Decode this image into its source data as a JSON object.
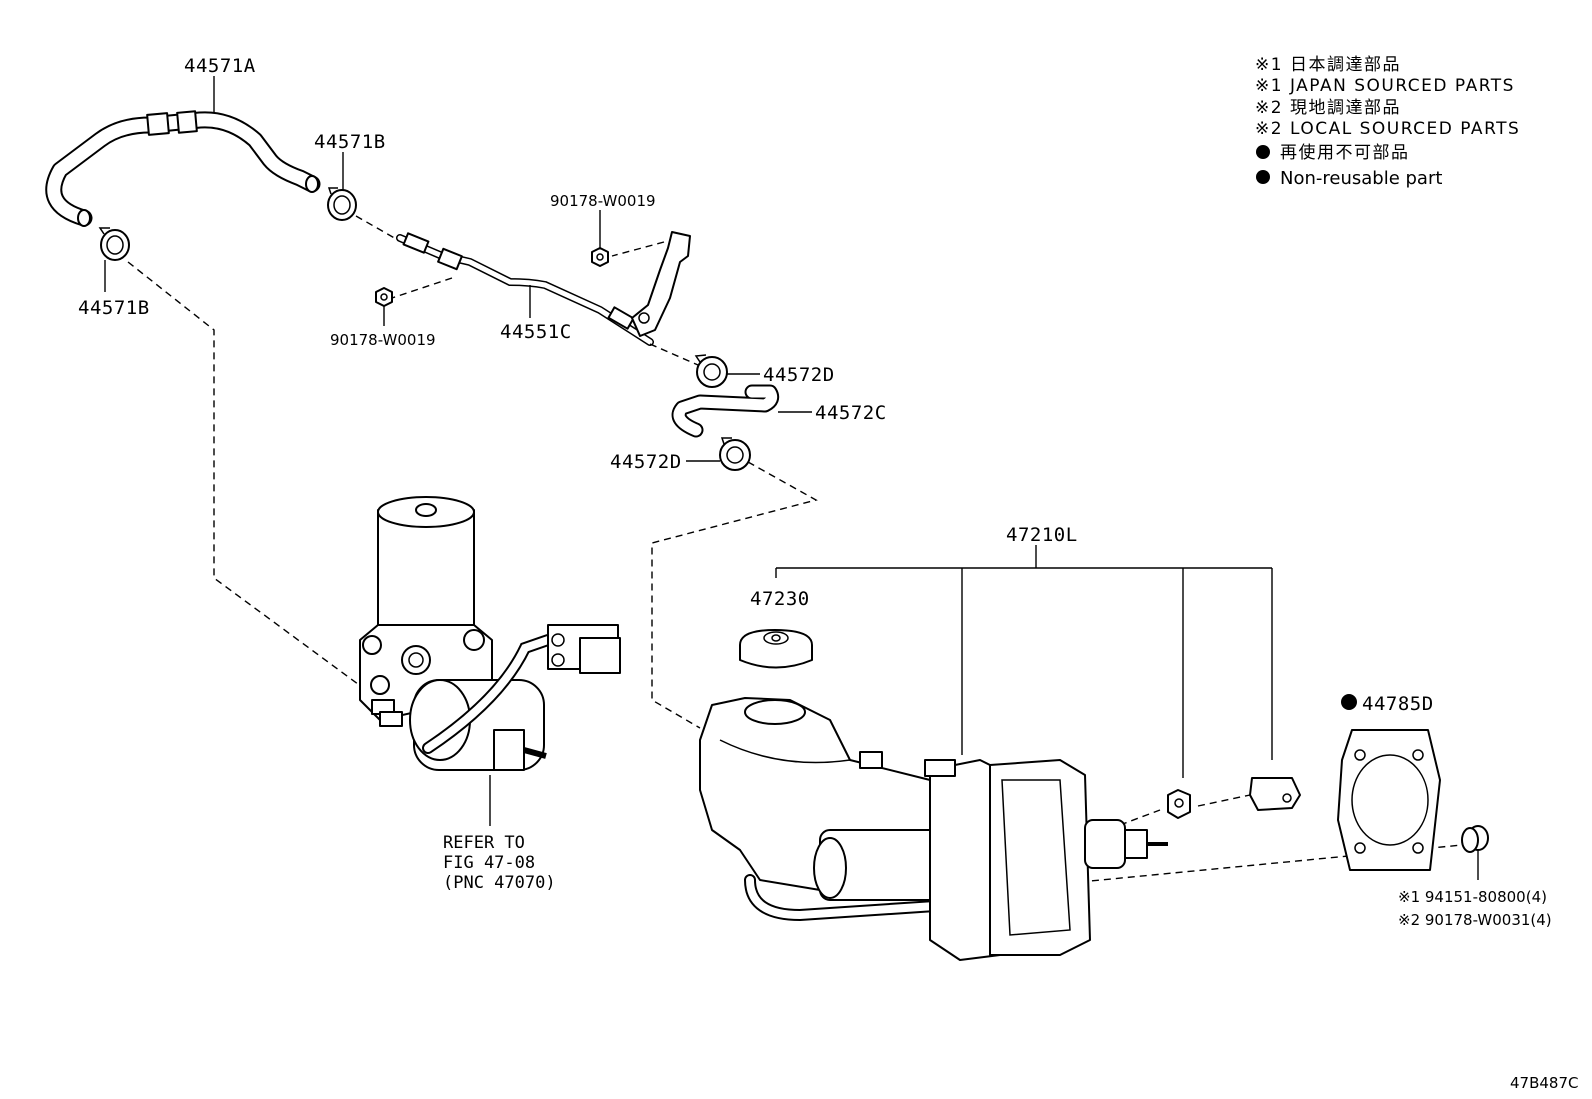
{
  "legend": {
    "line1": "※1 日本調達部品",
    "line2": "※1 JAPAN SOURCED PARTS",
    "line3": "※2 現地調達部品",
    "line4": "※2 LOCAL SOURCED PARTS",
    "line5": "再使用不可部品",
    "line6": "Non-reusable part"
  },
  "labels": {
    "p44571A": "44571A",
    "p44571B_top": "44571B",
    "p44571B_left": "44571B",
    "p90178_top": "90178-W0019",
    "p90178_left": "90178-W0019",
    "p44551C": "44551C",
    "p44572D_top": "44572D",
    "p44572C": "44572C",
    "p44572D_bottom": "44572D",
    "p47210L": "47210L",
    "p47230": "47230",
    "p44785D": "44785D",
    "bolt1": "※1 94151-80800(4)",
    "bolt2": "※2 90178-W0031(4)"
  },
  "reference": {
    "line1": "REFER TO",
    "line2": "FIG 47-08",
    "line3": "(PNC 47070)"
  },
  "diagram_code": "47B487C"
}
